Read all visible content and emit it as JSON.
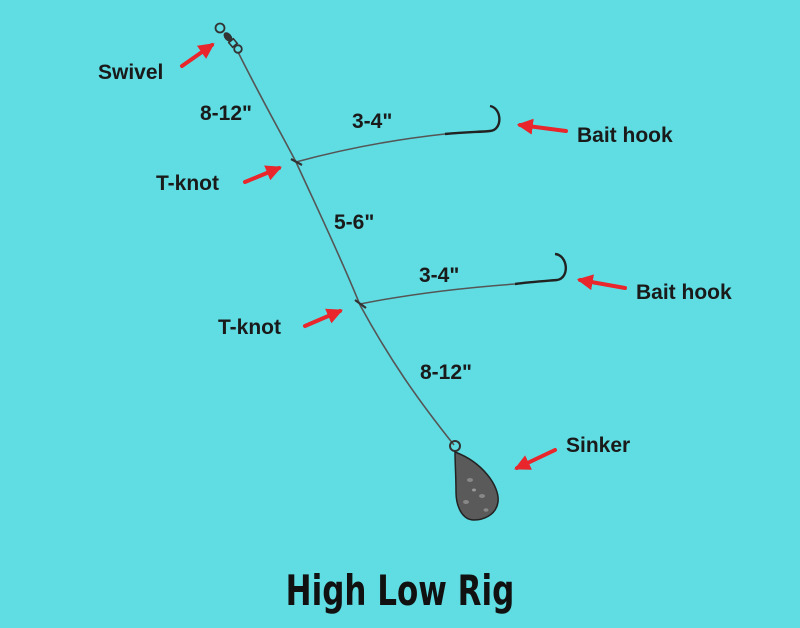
{
  "title": "High Low Rig",
  "labels": {
    "swivel": "Swivel",
    "top_length": "8-12\"",
    "upper_dropper": "3-4\"",
    "upper_hook": "Bait hook",
    "upper_knot": "T-knot",
    "middle_length": "5-6\"",
    "lower_dropper": "3-4\"",
    "lower_hook": "Bait hook",
    "lower_knot": "T-knot",
    "bottom_length": "8-12\"",
    "sinker": "Sinker"
  },
  "colors": {
    "background": "#5fdde3",
    "arrow": "#e8262b",
    "line": "#555555",
    "sinker": "#5a5a5a"
  }
}
